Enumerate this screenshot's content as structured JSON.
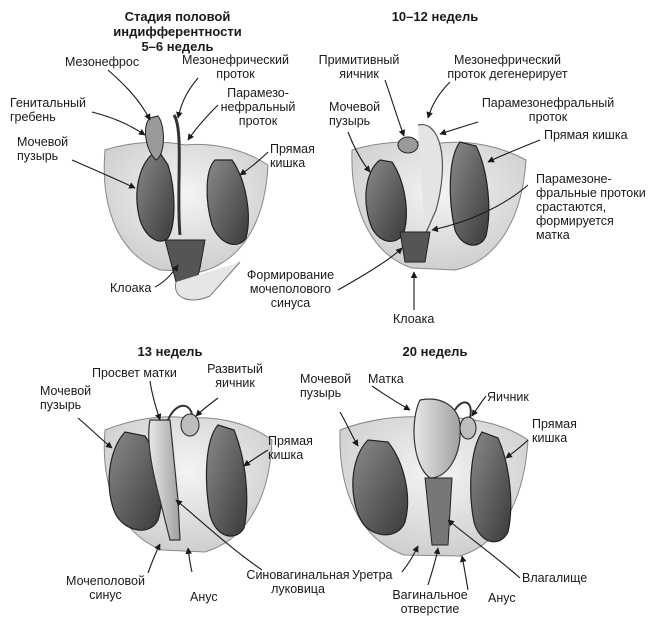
{
  "panels": [
    {
      "title": "Стадия половой индифферентности\n5–6 недель",
      "labels": {
        "mesonephros": "Мезонефрос",
        "genital_ridge": "Генитальный\nгребень",
        "bladder": "Мочевой\nпузырь",
        "mesonephric_duct": "Мезонефрический\nпроток",
        "paramesonephric_duct": "Парамезо-\nнефральный\nпроток",
        "rectum": "Прямая\nкишка",
        "cloaca": "Клоака"
      }
    },
    {
      "title": "10–12 недель",
      "labels": {
        "primitive_ovary": "Примитивный\nяичник",
        "mesonephric_duct_degenerates": "Мезонефрический\nпроток дегенерирует",
        "bladder": "Мочевой\nпузырь",
        "paramesonephric_duct": "Парамезонефральный\nпроток",
        "rectum": "Прямая кишка",
        "ducts_fuse": "Парамезоне-\nфральные протоки\nсрастаются,\nформируется\nматка",
        "urogenital_sinus_formation": "Формирование\nмочеполового\nсинуса",
        "cloaca": "Клоака"
      }
    },
    {
      "title": "13 недель",
      "labels": {
        "uterine_lumen": "Просвет матки",
        "developed_ovary": "Развитый\nяичник",
        "bladder": "Мочевой\nпузырь",
        "rectum": "Прямая\nкишка",
        "urogenital_sinus": "Мочеполовой\nсинус",
        "anus": "Анус",
        "sinovaginal_bulb": "Синовагинальная\nлуковица"
      }
    },
    {
      "title": "20 недель",
      "labels": {
        "bladder": "Мочевой\nпузырь",
        "uterus": "Матка",
        "ovary": "Яичник",
        "rectum": "Прямая\nкишка",
        "urethra": "Уретра",
        "vaginal_opening": "Вагинальное\nотверстие",
        "anus": "Анус",
        "vagina": "Влагалище"
      }
    }
  ]
}
